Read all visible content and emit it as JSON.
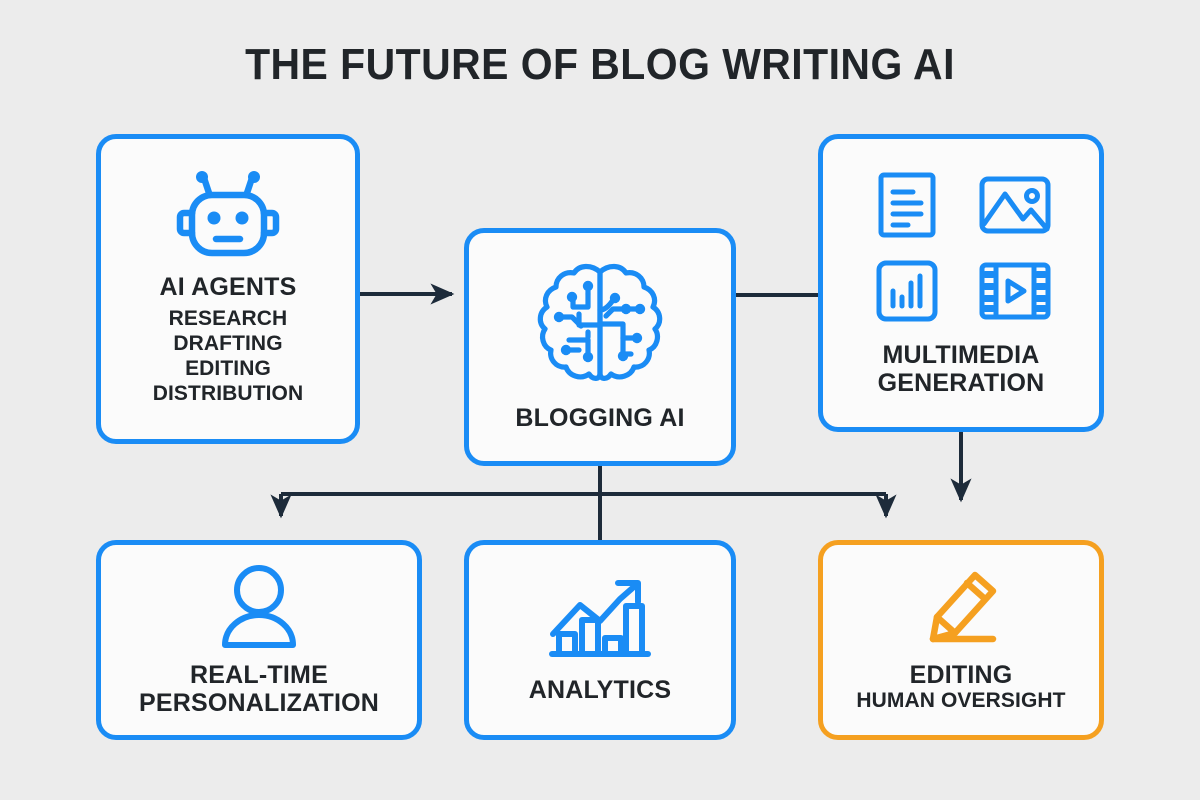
{
  "title": "THE FUTURE OF BLOG WRITING AI",
  "colors": {
    "background": "#ececec",
    "card_fill": "#fbfbfb",
    "accent_blue": "#1a8cf5",
    "accent_orange": "#f5a020",
    "connector": "#1d2b3a",
    "text": "#212529"
  },
  "cards": {
    "ai_agents": {
      "title": "AI AGENTS",
      "icon": "robot-icon",
      "items": [
        "RESEARCH",
        "DRAFTING",
        "EDITING",
        "DISTRIBUTION"
      ]
    },
    "blogging_ai": {
      "title": "BLOGGING AI",
      "icon": "brain-circuit-icon"
    },
    "multimedia": {
      "title_line1": "MULTIMEDIA",
      "title_line2": "GENERATION",
      "icons": [
        "document-icon",
        "image-icon",
        "bar-chart-icon",
        "video-icon"
      ]
    },
    "personalization": {
      "title_line1": "REAL-TIME",
      "title_line2": "PERSONALIZATION",
      "icon": "person-icon"
    },
    "analytics": {
      "title": "ANALYTICS",
      "icon": "growth-chart-icon"
    },
    "editing": {
      "title": "EDITING",
      "subtitle": "HUMAN OVERSIGHT",
      "icon": "pencil-icon"
    }
  },
  "connectors": [
    {
      "name": "ai-agents-to-blogging-ai",
      "arrow": true
    },
    {
      "name": "blogging-ai-to-multimedia",
      "arrow": false
    },
    {
      "name": "multimedia-to-editing",
      "arrow": true
    },
    {
      "name": "blogging-ai-to-personalization",
      "arrow": true
    },
    {
      "name": "blogging-ai-to-analytics",
      "arrow": false
    },
    {
      "name": "blogging-ai-to-editing-branch",
      "arrow": true
    }
  ]
}
